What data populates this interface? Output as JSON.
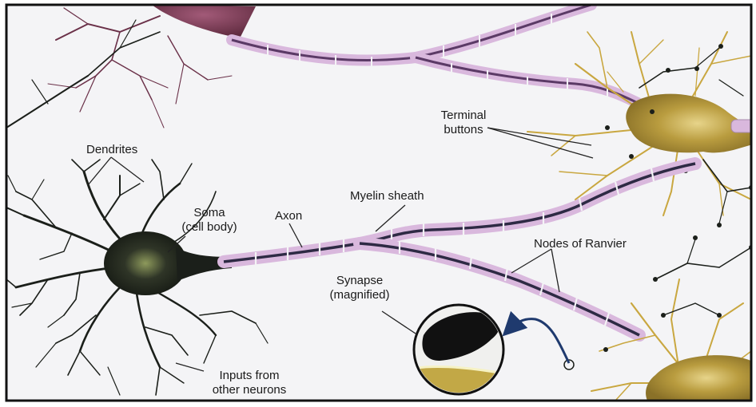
{
  "labels": {
    "dendrites": "Dendrites",
    "soma_line1": "Soma",
    "soma_line2": "(cell body)",
    "axon": "Axon",
    "myelin_sheath": "Myelin sheath",
    "terminal_line1": "Terminal",
    "terminal_line2": "buttons",
    "nodes_of_ranvier": "Nodes of Ranvier",
    "synapse_line1": "Synapse",
    "synapse_line2": "(magnified)",
    "inputs_line1": "Inputs from",
    "inputs_line2": "other neurons"
  },
  "colors": {
    "background": "#f4f4f6",
    "frame": "#111111",
    "main_neuron": "#1b1f1a",
    "soma_core": "#6f7d4e",
    "axon_core": "#2e2a44",
    "myelin": "#d9b8dd",
    "myelin_edge": "#a78aac",
    "top_neuron": "#7a3a52",
    "target_neuron": "#b59a3c",
    "target_dendrite": "#c9a740",
    "leader": "#222222",
    "arrow": "#1f3a6e"
  }
}
